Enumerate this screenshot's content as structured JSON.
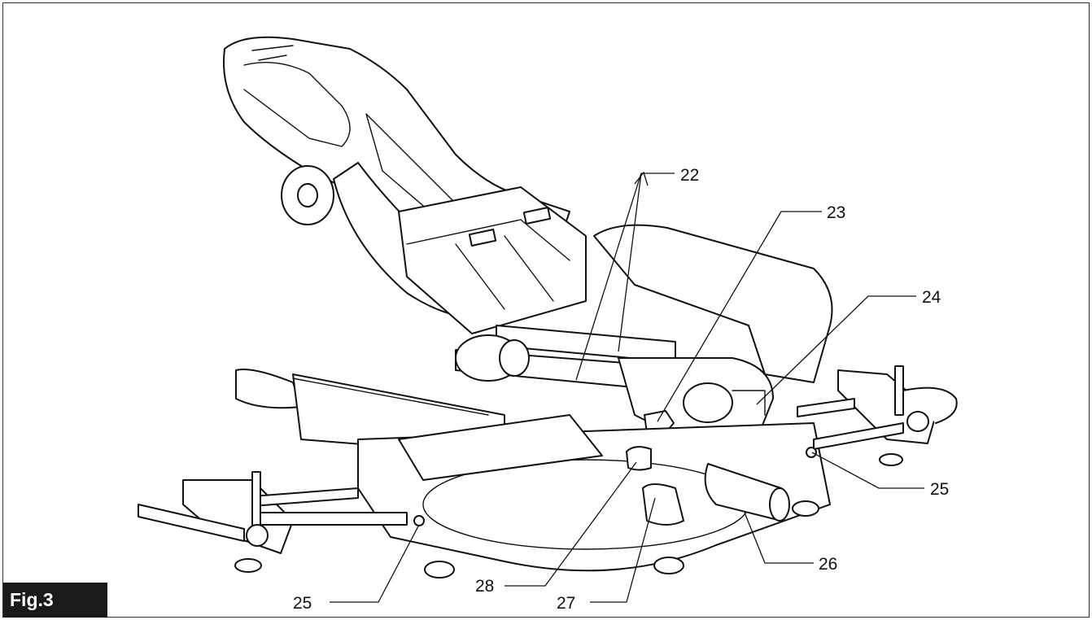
{
  "figure": {
    "label": "Fig.3"
  },
  "callouts": [
    {
      "id": "22",
      "text": "22"
    },
    {
      "id": "23",
      "text": "23"
    },
    {
      "id": "24",
      "text": "24"
    },
    {
      "id": "25a",
      "text": "25"
    },
    {
      "id": "25b",
      "text": "25"
    },
    {
      "id": "26",
      "text": "26"
    },
    {
      "id": "27",
      "text": "27"
    },
    {
      "id": "28",
      "text": "28"
    }
  ]
}
